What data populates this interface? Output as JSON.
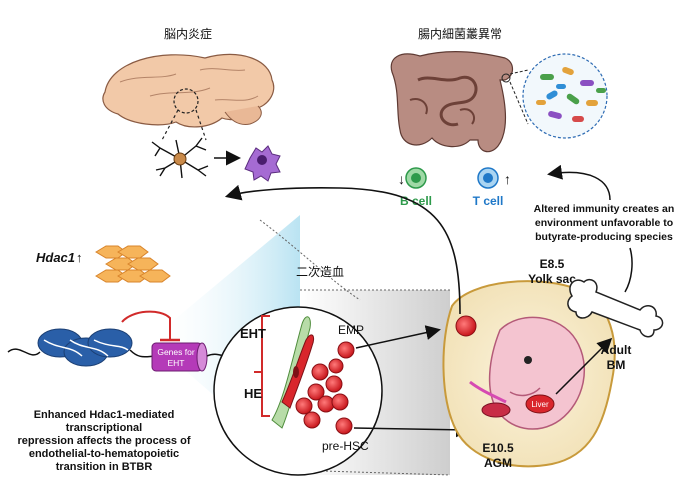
{
  "titles": {
    "brain": "脳内炎症",
    "gut": "腸内細菌叢異常",
    "hematopoiesis": "二次造血"
  },
  "gene": {
    "name": "Hdac1",
    "arrow": "↑",
    "box_line1": "Genes for",
    "box_line2": "EHT"
  },
  "cells": {
    "b_arrow": "↓",
    "b_label": "B cell",
    "t_label": "T cell",
    "t_arrow": "↑"
  },
  "immunity_note": [
    "Altered immunity creates an",
    "environment unfavorable to",
    "butyrate-producing species"
  ],
  "circle_labels": {
    "eht": "EHT",
    "he": "HE",
    "emp": "EMP",
    "prehsc": "pre-HSC"
  },
  "yolk": {
    "line1": "E8.5",
    "line2": "Yolk sac"
  },
  "agm": {
    "line1": "E10.5",
    "line2": "AGM"
  },
  "liver": "Liver",
  "bm": {
    "line1": "Adult",
    "line2": "BM"
  },
  "bottom_note": [
    "Enhanced Hdac1-mediated",
    "transcriptional",
    "repression affects the process of",
    "endothelial-to-hematopoietic",
    "transition in BTBR"
  ],
  "colors": {
    "b_cell": "#2e9a4b",
    "t_cell": "#1f78c8",
    "red_cell": "#d9262c",
    "gene_box": "#b43ab8",
    "inhibit": "#d12a2a"
  }
}
